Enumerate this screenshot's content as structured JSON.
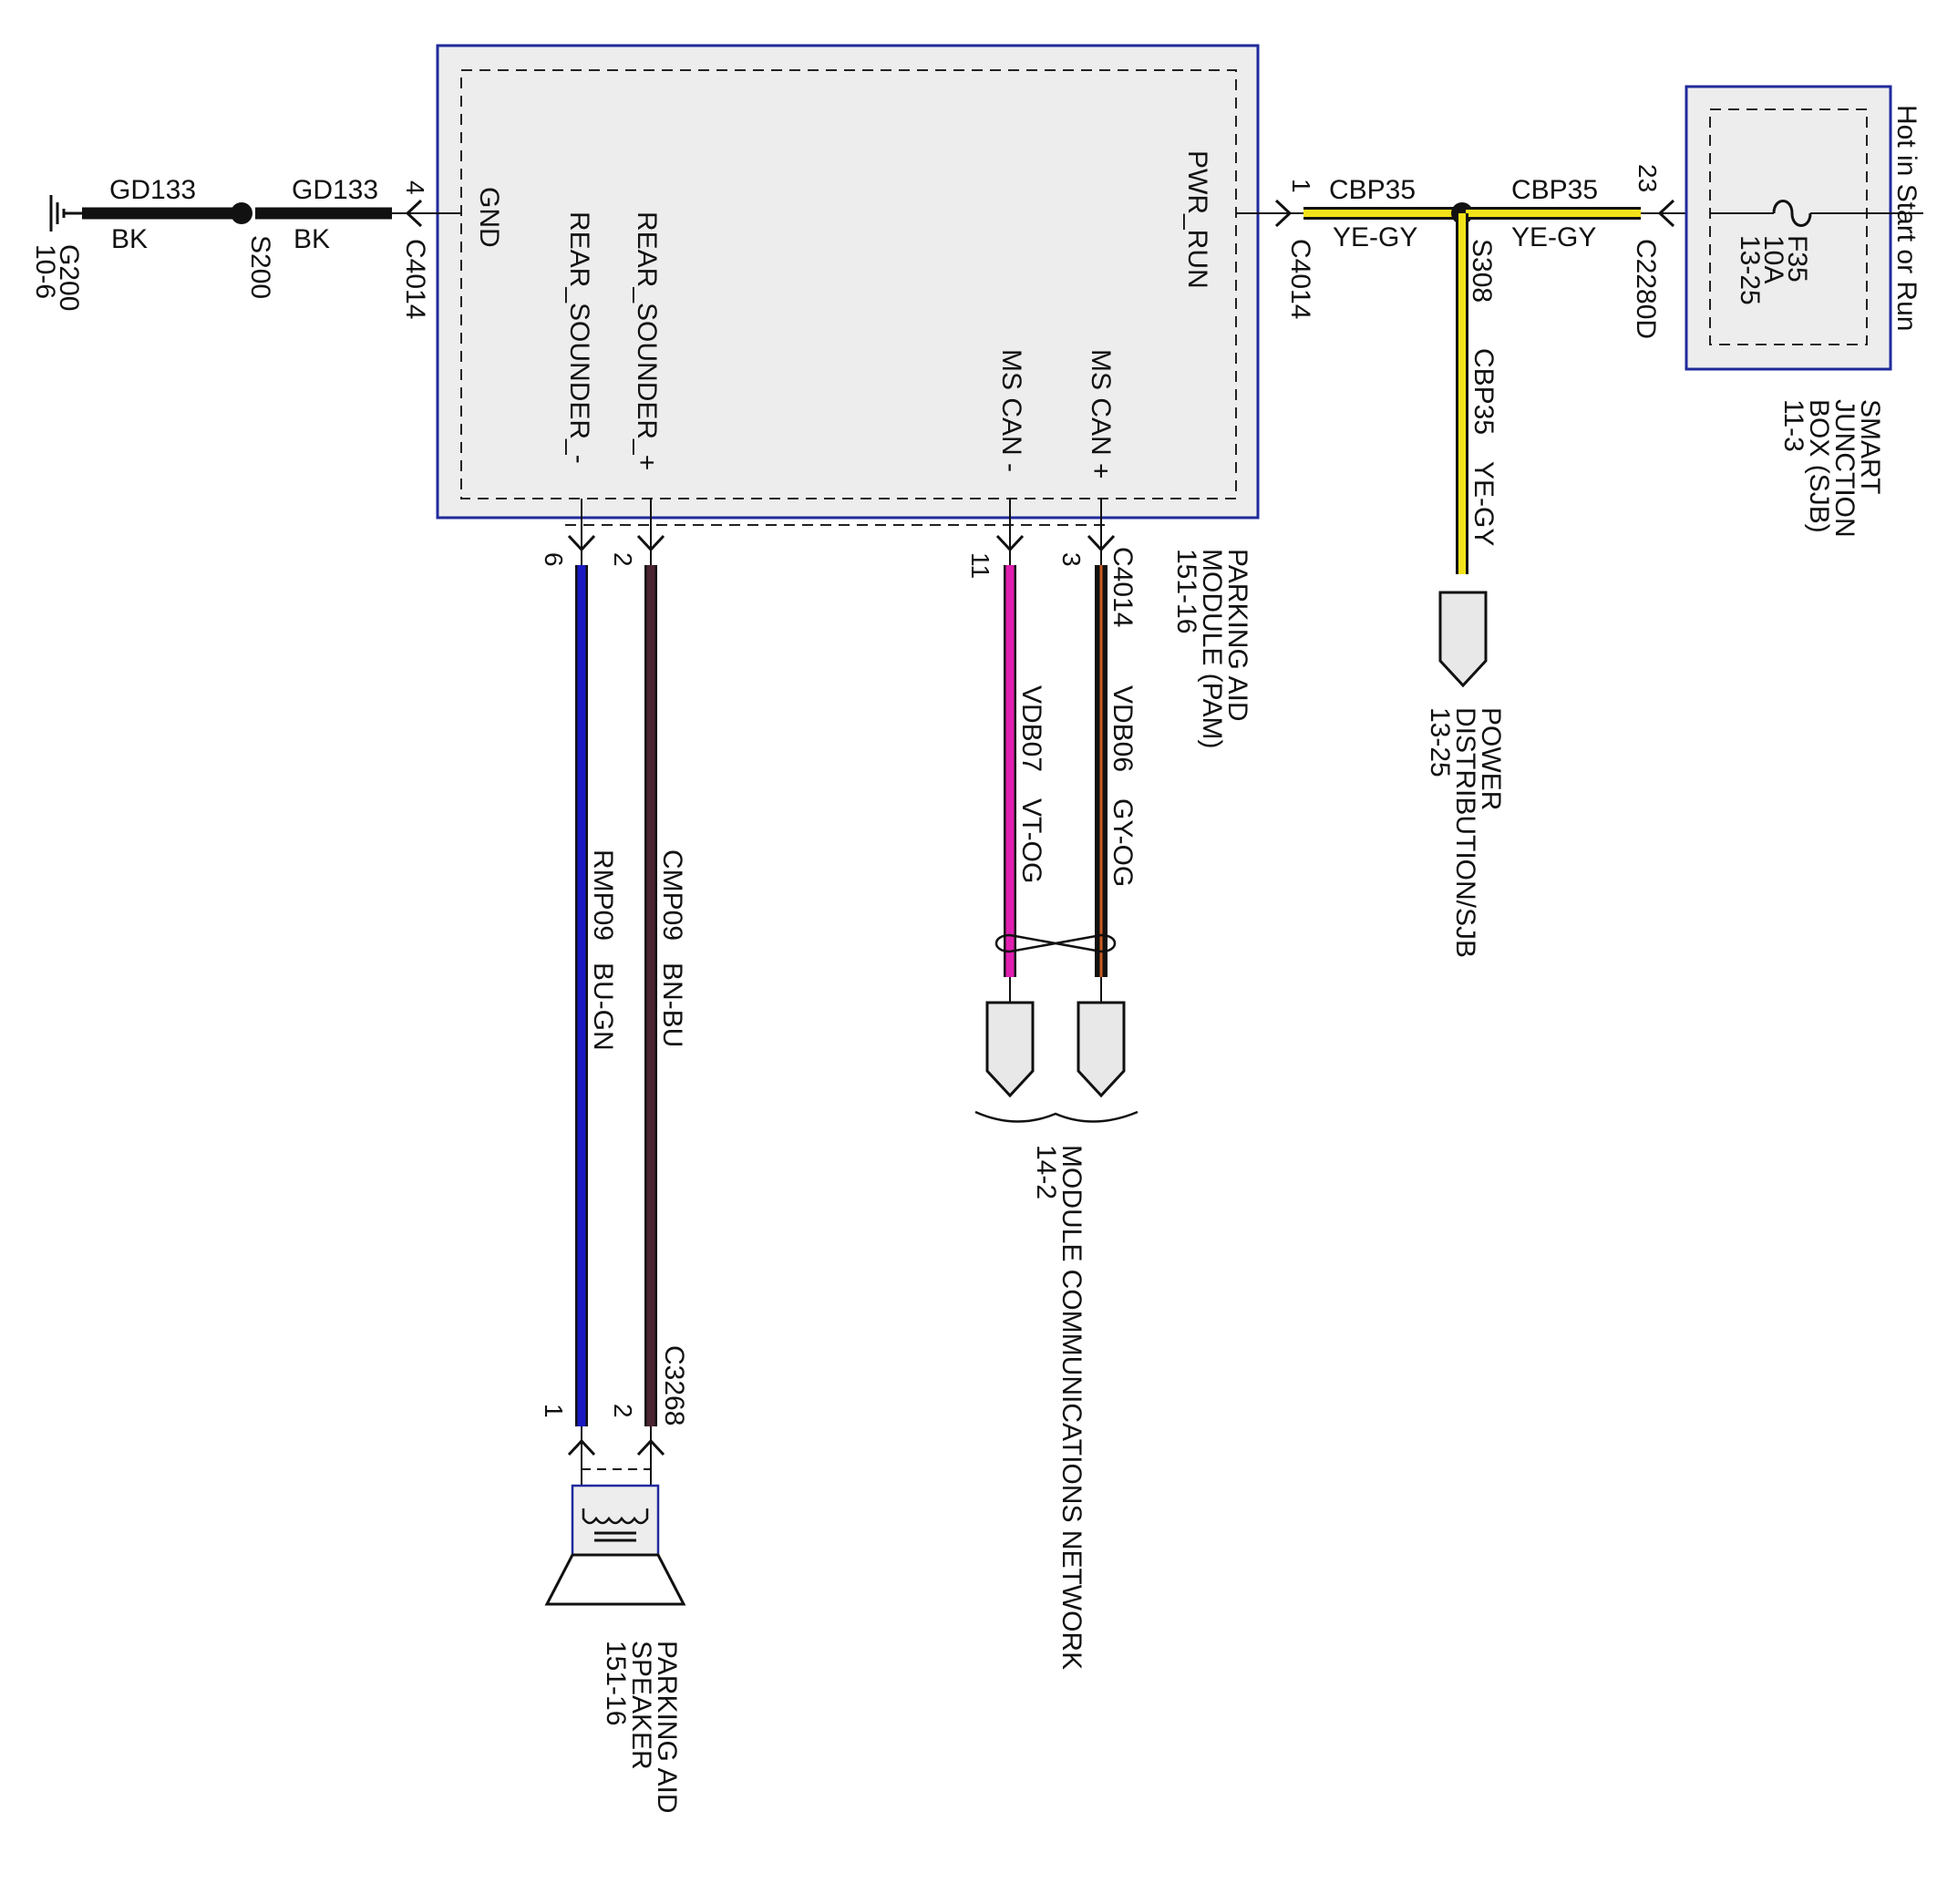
{
  "colors": {
    "module_border": "#1f2a9c",
    "module_fill": "#ededed",
    "wire_bk": "#111111",
    "wire_ye_gy": "#f2e21a",
    "wire_bu_gn": "#1a1ac4",
    "wire_bn_bu": "#4a2430",
    "wire_vt_og": "#e01fb0",
    "wire_gy_og": "#3a2a26"
  },
  "ground": {
    "id": "G200",
    "page": "10-6"
  },
  "gnd_wires": [
    {
      "circuit": "GD133",
      "color": "BK"
    },
    {
      "circuit": "GD133",
      "color": "BK"
    }
  ],
  "splices": {
    "s200": "S200",
    "s308": "S308"
  },
  "pam": {
    "name_lines": [
      "PARKING AID",
      "MODULE (PAM)",
      "151-16"
    ],
    "connector": "C4014",
    "pins": {
      "gnd": {
        "label": "GND",
        "num": "4"
      },
      "pwr": {
        "label": "PWR_RUN",
        "num": "1"
      },
      "rear_neg": {
        "label": "REAR_SOUNDER_-",
        "num": "6"
      },
      "rear_pos": {
        "label": "REAR_SOUNDER_+",
        "num": "2"
      },
      "can_neg": {
        "label": "MS CAN -",
        "num": "11"
      },
      "can_pos": {
        "label": "MS CAN +",
        "num": "3"
      }
    }
  },
  "power_wires": [
    {
      "circuit": "CBP35",
      "color": "YE-GY"
    },
    {
      "circuit": "CBP35",
      "color": "YE-GY"
    },
    {
      "circuit": "CBP35",
      "color": "YE-GY"
    }
  ],
  "sjb": {
    "name_lines": [
      "SMART",
      "JUNCTION",
      "BOX (SJB)",
      "11-3"
    ],
    "connector": "C2280D",
    "pin": "23",
    "fuse": {
      "id": "F35",
      "rating": "10A",
      "page": "13-25"
    },
    "hot_label": "Hot in Start or Run"
  },
  "power_dist": {
    "lines": [
      "POWER",
      "DISTRIBUTION/SJB",
      "13-25"
    ]
  },
  "speaker_wires": [
    {
      "circuit": "RMP09",
      "color": "BU-GN"
    },
    {
      "circuit": "CMP09",
      "color": "BN-BU"
    }
  ],
  "speaker": {
    "connector": "C3268",
    "pins": [
      "1",
      "2"
    ],
    "name_lines": [
      "PARKING AID",
      "SPEAKER",
      "151-16"
    ]
  },
  "can_wires": [
    {
      "circuit": "VDB07",
      "color": "VT-OG"
    },
    {
      "circuit": "VDB06",
      "color": "GY-OG"
    }
  ],
  "network": {
    "lines": [
      "MODULE COMMUNICATIONS NETWORK",
      "14-2"
    ]
  }
}
